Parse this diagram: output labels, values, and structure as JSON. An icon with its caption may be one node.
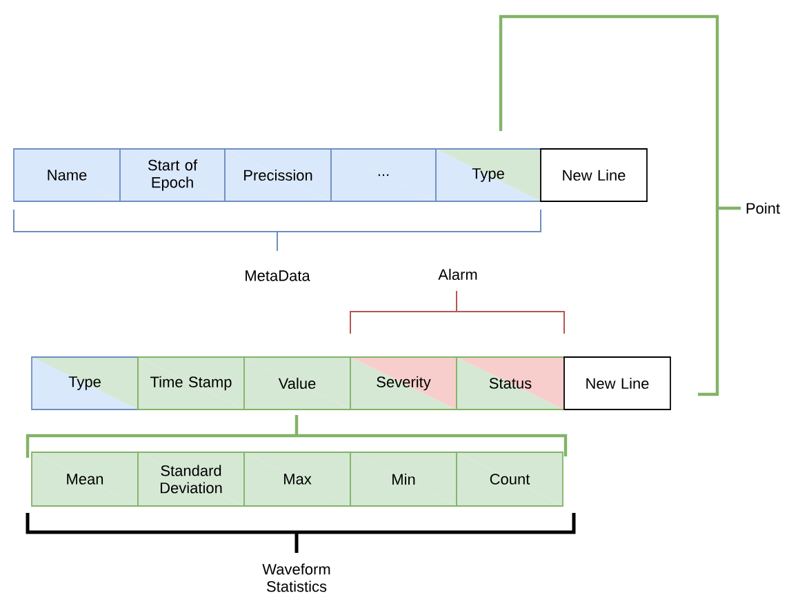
{
  "diagram": {
    "nodes": [
      {
        "text": [
          "Name"
        ]
      },
      {
        "text": [
          "Start of Epoch"
        ]
      },
      {
        "text": [
          "Precission"
        ]
      },
      {
        "text": [
          "..."
        ]
      },
      {
        "text": [
          "Type"
        ]
      },
      {
        "text": [
          "New Line"
        ]
      },
      {
        "text": [
          "Type"
        ]
      },
      {
        "text": [
          "Time Stamp"
        ]
      },
      {
        "text": [
          "Value"
        ]
      },
      {
        "text": [
          "Severity"
        ]
      },
      {
        "text": [
          "Status"
        ]
      },
      {
        "text": [
          "New Line"
        ]
      },
      {
        "text": [
          "Mean"
        ]
      },
      {
        "text": [
          "Standard Deviation"
        ]
      },
      {
        "text": [
          "Max"
        ]
      },
      {
        "text": [
          "Min"
        ]
      },
      {
        "text": [
          "Count"
        ]
      }
    ],
    "edges": [],
    "labels": [
      "Point",
      "MetaData",
      "Alarm",
      "Waveform Statistics"
    ]
  }
}
